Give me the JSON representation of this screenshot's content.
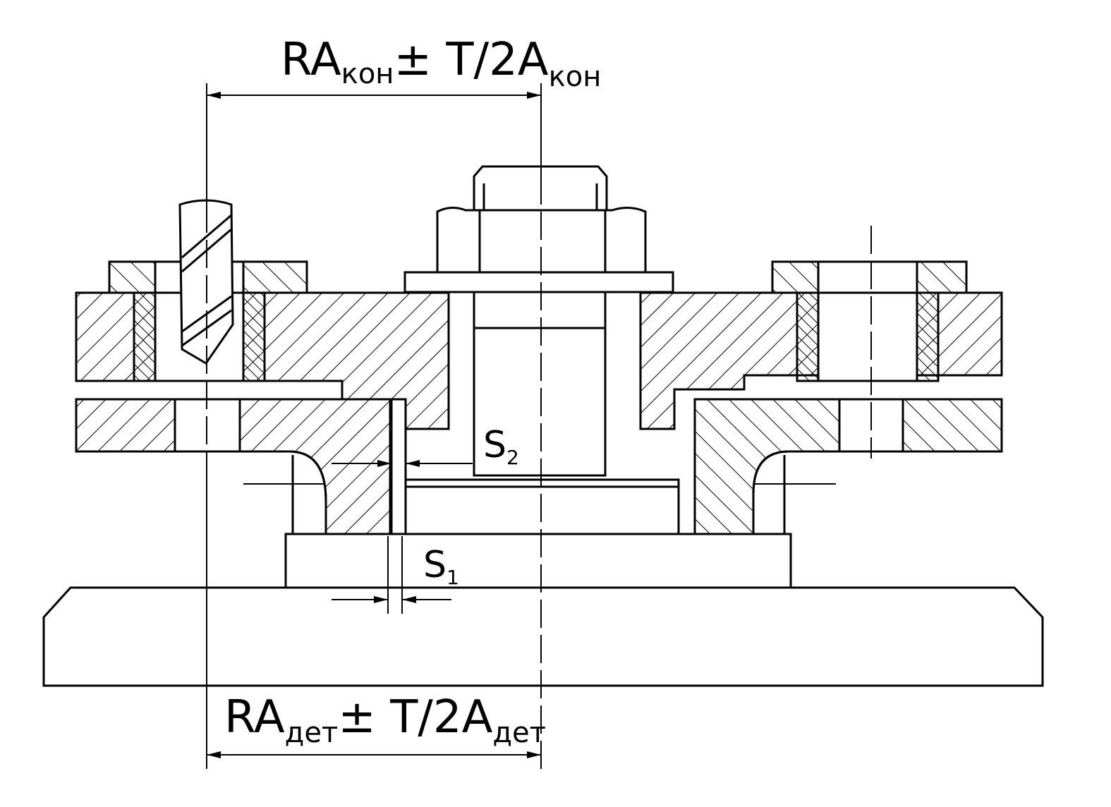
{
  "dimension_top": {
    "base": "RA",
    "sub1": "кон",
    "mid": "± T/2A",
    "sub2": "кон"
  },
  "dimension_bottom": {
    "base": "RA",
    "sub1": "дет",
    "mid": "± T/2A",
    "sub2": "дет"
  },
  "clearance_s2": {
    "letter": "S",
    "index": "2"
  },
  "clearance_s1": {
    "letter": "S",
    "index": "1"
  },
  "colors": {
    "line": "#000000",
    "background": "#ffffff"
  }
}
